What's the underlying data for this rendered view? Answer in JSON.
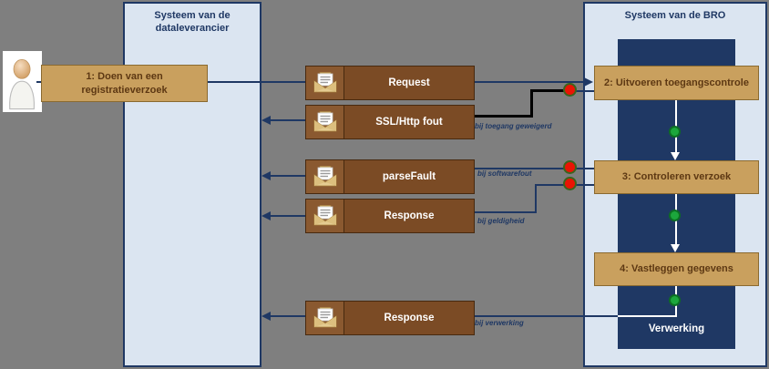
{
  "canvas": {
    "background": "#7f7f7f"
  },
  "colors": {
    "lane_fill": "#dbe5f1",
    "lane_border": "#1f3864",
    "processing_fill": "#1f3864",
    "activity_fill": "#c9a05e",
    "activity_text": "#5d3813",
    "message_fill": "#7b4b25",
    "message_text": "#ffffff",
    "connector": "#1f3864",
    "error_connector": "#000000",
    "error_node": "#ea1404",
    "success_node": "#1ca73c",
    "condition_text": "#1f3864"
  },
  "lanes": {
    "supplier": {
      "title": "Systeem van de dataleverancier"
    },
    "bro": {
      "title": "Systeem van de BRO",
      "processing_label": "Verwerking"
    }
  },
  "activities": [
    {
      "label": "1: Doen van een registratieverzoek"
    },
    {
      "label": "2: Uitvoeren toegangscontrole"
    },
    {
      "label": "3:  Controleren verzoek"
    },
    {
      "label": "4: Vastleggen gegevens"
    }
  ],
  "messages": [
    {
      "label": "Request"
    },
    {
      "label": "SSL/Http fout",
      "condition": "bij toegang geweigerd"
    },
    {
      "label": "parseFault",
      "condition": "bij softwarefout"
    },
    {
      "label": "Response",
      "condition": "bij geldigheid"
    },
    {
      "label": "Response",
      "condition": "bij verwerking"
    }
  ],
  "icons": {
    "person": "person-icon",
    "envelope": "envelope-icon"
  }
}
